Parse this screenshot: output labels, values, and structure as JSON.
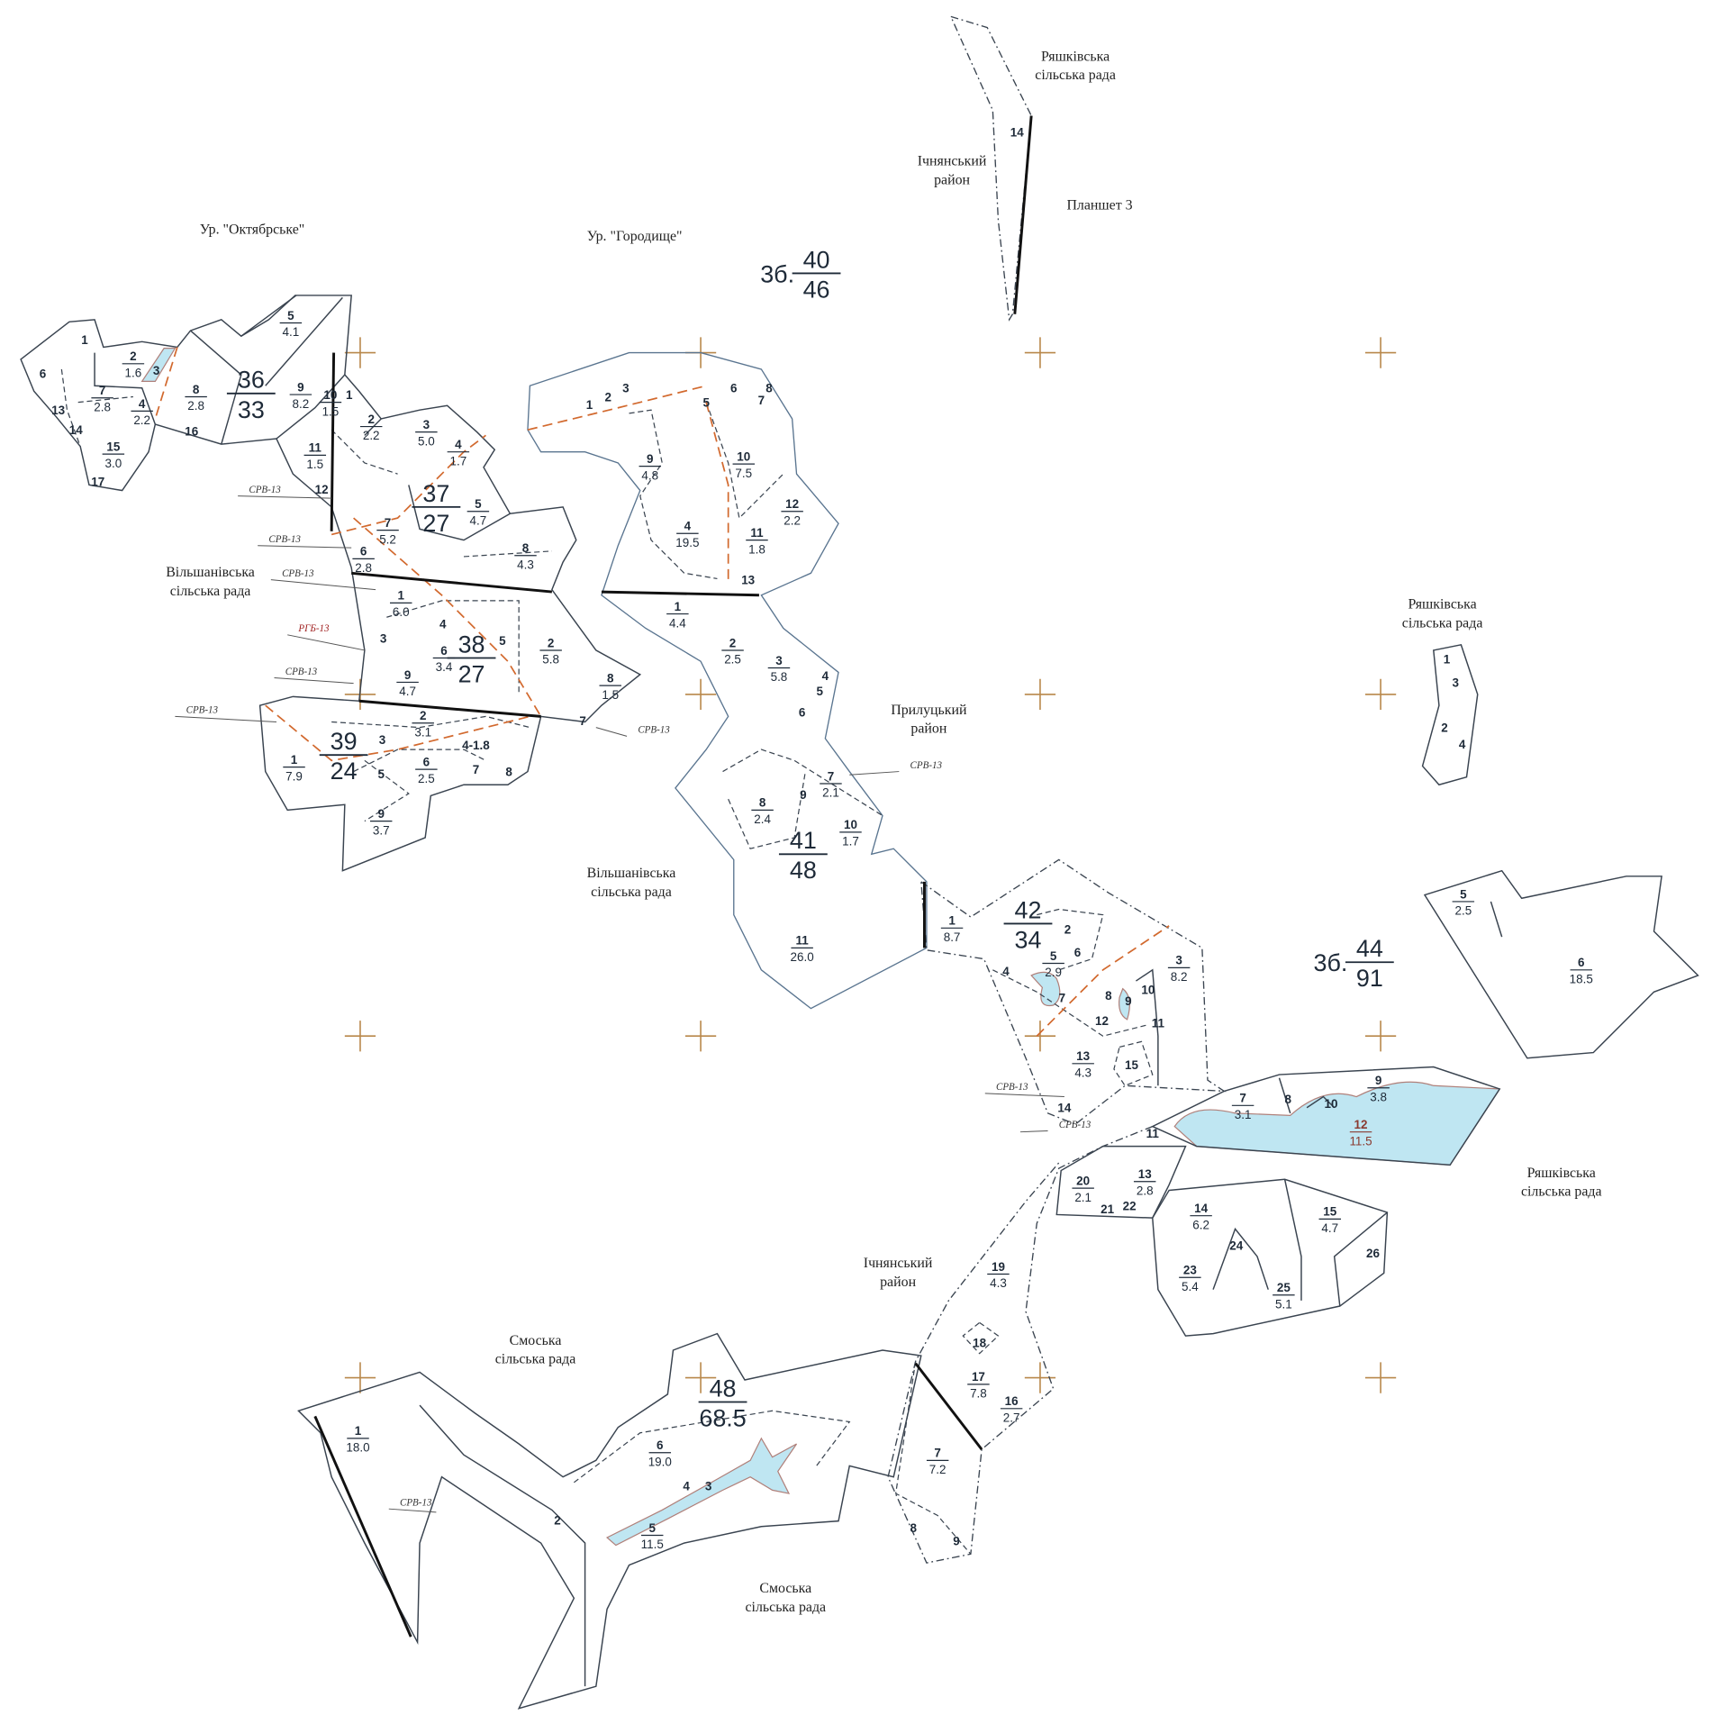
{
  "colors": {
    "water": "#bfe6f2",
    "grid_cross": "#b8874a",
    "boundary_red": "#d2692e",
    "line": "#3a4450"
  },
  "places": [
    [
      "Ур. \"Октябрське\""
    ],
    [
      "Ур. \"Городище\""
    ],
    [
      "Ряшківська",
      "сільська рада"
    ],
    [
      "Ічнянський",
      "район"
    ],
    [
      "Планшет 3"
    ],
    [
      "Вільшанівська",
      "сільська рада"
    ],
    [
      "Прилуцький",
      "район"
    ],
    [
      "Вільшанівська",
      "сільська рада"
    ],
    [
      "Ряшківська",
      "сільська рада"
    ],
    [
      "Ряшківська",
      "сільська рада"
    ],
    [
      "Ічнянський",
      "район"
    ],
    [
      "Смоська",
      "сільська рада"
    ],
    [
      "Смоська",
      "сільська рада"
    ]
  ],
  "quarters": [
    {
      "prefix": "",
      "num": "36",
      "area": "33"
    },
    {
      "prefix": "",
      "num": "37",
      "area": "27"
    },
    {
      "prefix": "",
      "num": "38",
      "area": "27"
    },
    {
      "prefix": "",
      "num": "39",
      "area": "24"
    },
    {
      "prefix": "",
      "num": "41",
      "area": "48"
    },
    {
      "prefix": "",
      "num": "42",
      "area": "34"
    },
    {
      "prefix": "",
      "num": "48",
      "area": "68.5"
    },
    {
      "prefix": "3б.",
      "num": "40",
      "area": "46"
    },
    {
      "prefix": "3б.",
      "num": "44",
      "area": "91"
    }
  ],
  "subcompartments": [
    [
      "1",
      ""
    ],
    [
      "2",
      "1.6"
    ],
    [
      "3",
      ""
    ],
    [
      "6",
      ""
    ],
    [
      "7",
      "2.8"
    ],
    [
      "13",
      ""
    ],
    [
      "14",
      ""
    ],
    [
      "4",
      "2.2"
    ],
    [
      "8",
      "2.8"
    ],
    [
      "16",
      ""
    ],
    [
      "15",
      "3.0"
    ],
    [
      "17",
      ""
    ],
    [
      "5",
      "4.1"
    ],
    [
      "9",
      "8.2"
    ],
    [
      "10",
      "1.5"
    ],
    [
      "1",
      ""
    ],
    [
      "11",
      "1.5"
    ],
    [
      "12",
      ""
    ],
    [
      "2",
      "2.2"
    ],
    [
      "3",
      "5.0"
    ],
    [
      "4",
      "1.7"
    ],
    [
      "5",
      "4.7"
    ],
    [
      "7",
      "5.2"
    ],
    [
      "6",
      "2.8"
    ],
    [
      "8",
      "4.3"
    ],
    [
      "1",
      "6.0"
    ],
    [
      "4",
      ""
    ],
    [
      "5",
      ""
    ],
    [
      "2",
      "5.8"
    ],
    [
      "6",
      "3.4"
    ],
    [
      "3",
      ""
    ],
    [
      "9",
      "4.7"
    ],
    [
      "8",
      "1.5"
    ],
    [
      "7",
      ""
    ],
    [
      "2",
      "3.1"
    ],
    [
      "3",
      ""
    ],
    [
      "4-1.8",
      ""
    ],
    [
      "1",
      "7.9"
    ],
    [
      "5",
      ""
    ],
    [
      "6",
      "2.5"
    ],
    [
      "7",
      ""
    ],
    [
      "8",
      ""
    ],
    [
      "9",
      "3.7"
    ],
    [
      "1",
      ""
    ],
    [
      "2",
      ""
    ],
    [
      "3",
      ""
    ],
    [
      "6",
      ""
    ],
    [
      "8",
      ""
    ],
    [
      "7",
      ""
    ],
    [
      "5",
      ""
    ],
    [
      "9",
      "4.8"
    ],
    [
      "10",
      "7.5"
    ],
    [
      "4",
      "19.5"
    ],
    [
      "12",
      "2.2"
    ],
    [
      "11",
      "1.8"
    ],
    [
      "13",
      ""
    ],
    [
      "1",
      "4.4"
    ],
    [
      "2",
      "2.5"
    ],
    [
      "3",
      "5.8"
    ],
    [
      "4",
      ""
    ],
    [
      "5",
      ""
    ],
    [
      "6",
      ""
    ],
    [
      "7",
      "2.1"
    ],
    [
      "8",
      "2.4"
    ],
    [
      "9",
      ""
    ],
    [
      "10",
      "1.7"
    ],
    [
      "11",
      "26.0"
    ],
    [
      "1",
      "8.7"
    ],
    [
      "2",
      ""
    ],
    [
      "5",
      "2.9"
    ],
    [
      "6",
      ""
    ],
    [
      "4",
      ""
    ],
    [
      "3",
      "8.2"
    ],
    [
      "7",
      ""
    ],
    [
      "8",
      ""
    ],
    [
      "9",
      ""
    ],
    [
      "10",
      ""
    ],
    [
      "11",
      ""
    ],
    [
      "12",
      ""
    ],
    [
      "13",
      "4.3"
    ],
    [
      "15",
      ""
    ],
    [
      "14",
      ""
    ],
    [
      "5",
      "2.5"
    ],
    [
      "6",
      "18.5"
    ],
    [
      "1",
      ""
    ],
    [
      "3",
      ""
    ],
    [
      "2",
      ""
    ],
    [
      "4",
      ""
    ],
    [
      "7",
      "3.1"
    ],
    [
      "8",
      ""
    ],
    [
      "10",
      ""
    ],
    [
      "9",
      "3.8"
    ],
    [
      "12",
      "11.5"
    ],
    [
      "11",
      ""
    ],
    [
      "13",
      "2.8"
    ],
    [
      "20",
      "2.1"
    ],
    [
      "21",
      ""
    ],
    [
      "22",
      ""
    ],
    [
      "14",
      "6.2"
    ],
    [
      "15",
      "4.7"
    ],
    [
      "24",
      ""
    ],
    [
      "26",
      ""
    ],
    [
      "23",
      "5.4"
    ],
    [
      "25",
      "5.1"
    ],
    [
      "19",
      "4.3"
    ],
    [
      "18",
      ""
    ],
    [
      "17",
      "7.8"
    ],
    [
      "16",
      "2.7"
    ],
    [
      "7",
      "7.2"
    ],
    [
      "8",
      ""
    ],
    [
      "9",
      ""
    ],
    [
      "14",
      ""
    ],
    [
      "1",
      "18.0"
    ],
    [
      "6",
      "19.0"
    ],
    [
      "4",
      ""
    ],
    [
      "3",
      ""
    ],
    [
      "2",
      ""
    ],
    [
      "5",
      "11.5"
    ]
  ],
  "annotations": [
    "СРВ-13",
    "СРВ-13",
    "СРВ-13",
    "СРВ-13",
    "СРВ-13",
    "СРВ-13",
    "СРВ-13",
    "СРВ-13",
    "СРВ-13",
    "СРВ-13",
    "РГБ-13"
  ]
}
